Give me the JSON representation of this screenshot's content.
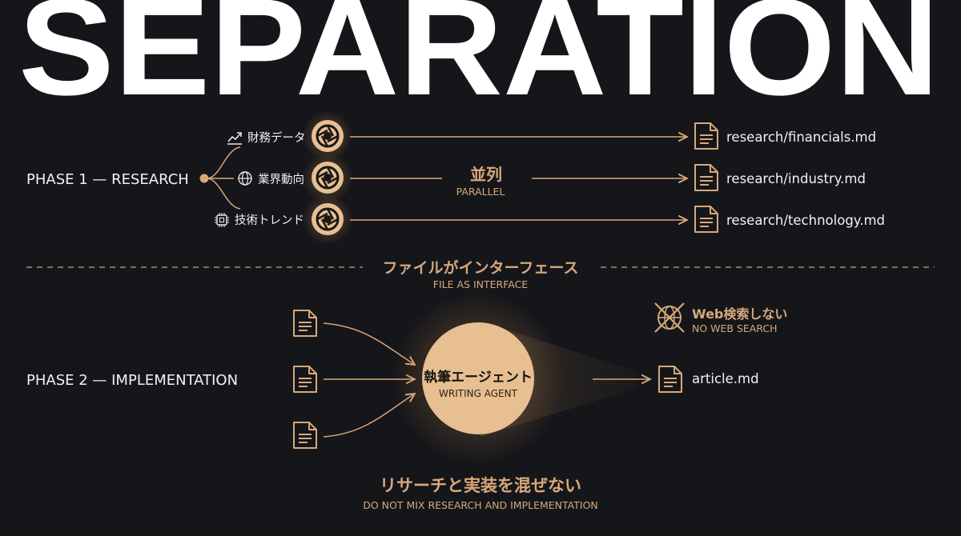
{
  "title": "SEPARATION",
  "phase1": {
    "label": "PHASE 1 — RESEARCH",
    "sources": [
      {
        "label": "財務データ",
        "icon": "trend-chart-icon"
      },
      {
        "label": "業界動向",
        "icon": "globe-icon"
      },
      {
        "label": "技術トレンド",
        "icon": "chip-icon"
      }
    ],
    "outputs": [
      "research/financials.md",
      "research/industry.md",
      "research/technology.md"
    ],
    "parallel": {
      "ja": "並列",
      "en": "PARALLEL"
    }
  },
  "divider": {
    "ja": "ファイルがインターフェース",
    "en": "FILE AS INTERFACE"
  },
  "phase2": {
    "label": "PHASE 2 — IMPLEMENTATION",
    "agent": {
      "ja": "執筆エージェント",
      "en": "WRITING AGENT"
    },
    "no_search": {
      "ja": "Web検索しない",
      "en": "NO WEB SEARCH"
    },
    "output": "article.md"
  },
  "footer": {
    "ja": "リサーチと実装を混ぜない",
    "en": "DO NOT MIX RESEARCH AND IMPLEMENTATION"
  },
  "colors": {
    "background": "#15161a",
    "accent": "#d8a87a",
    "accent_fill": "#e7bf93",
    "text": "#ffffff"
  }
}
